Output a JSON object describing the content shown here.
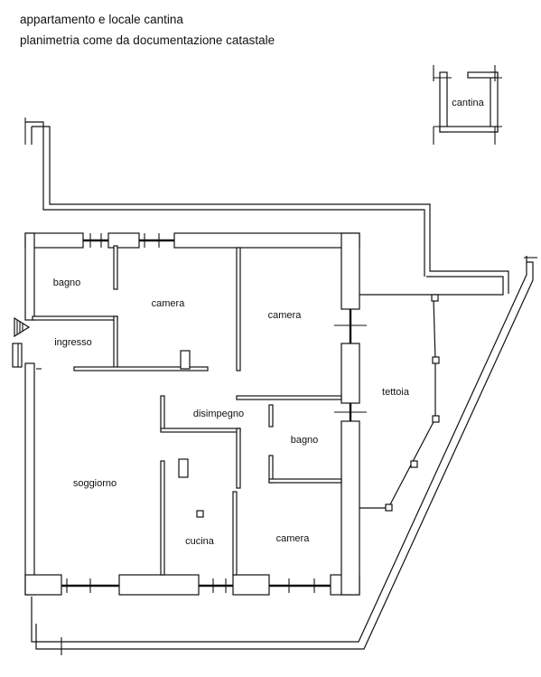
{
  "header": {
    "line1": "appartamento e locale cantina",
    "line2": "planimetria come da documentazione catastale"
  },
  "rooms": {
    "cantina": "cantina",
    "bagno_1": "bagno",
    "camera_1": "camera",
    "camera_2": "camera",
    "ingresso": "ingresso",
    "tettoia": "tettoia",
    "disimpegno": "disimpegno",
    "bagno_2": "bagno",
    "soggiorno": "soggiorno",
    "cucina": "cucina",
    "camera_3": "camera"
  }
}
